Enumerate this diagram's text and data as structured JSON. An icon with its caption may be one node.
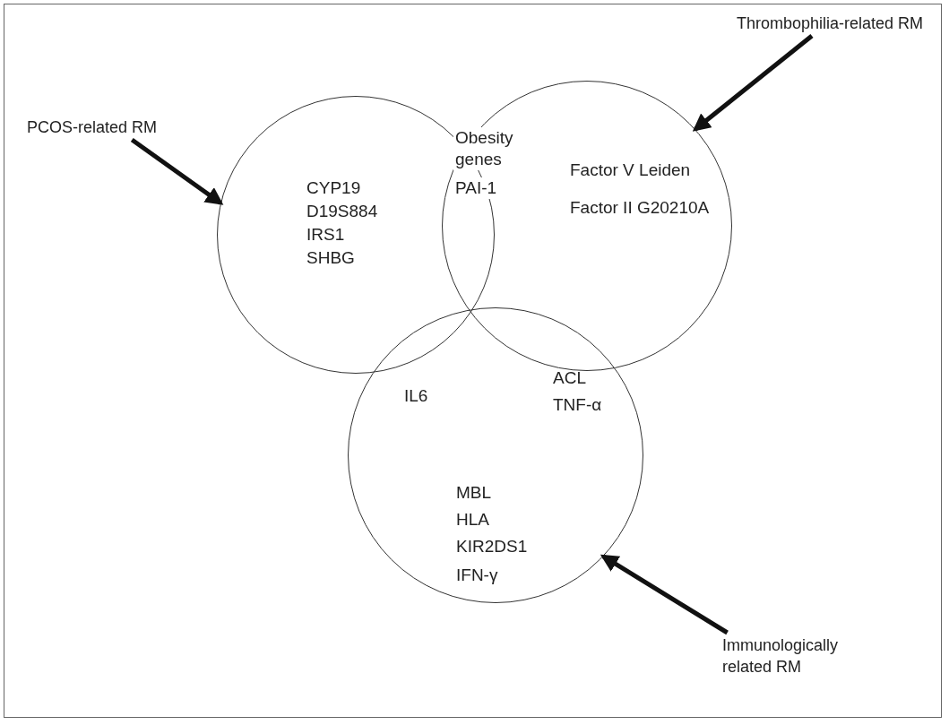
{
  "diagram": {
    "nodes": [
      {
        "text": [
          "Thrombophilia-related RM"
        ]
      },
      {
        "text": [
          "PCOS-related RM"
        ]
      },
      {
        "text": [],
        "shape": "circle"
      },
      {
        "text": [],
        "shape": "circle"
      },
      {
        "text": [],
        "shape": "circle"
      },
      {
        "text": [
          "Immunologically related RM"
        ]
      }
    ],
    "edges": [
      {
        "from": 1,
        "to": 2,
        "arrow": "to"
      },
      {
        "from": 0,
        "to": 3,
        "arrow": "to"
      },
      {
        "from": 5,
        "to": 4,
        "arrow": "to"
      }
    ],
    "labels": [
      "Obesity genes",
      "PAI-1",
      "CYP19",
      "D19S884",
      "Factor V Leiden",
      "IRS1",
      "Factor II G20210A",
      "SHBG",
      "ACL",
      "IL6",
      "TNF-α",
      "MBL",
      "HLA",
      "KIR2DS1",
      "IFN-γ"
    ]
  }
}
